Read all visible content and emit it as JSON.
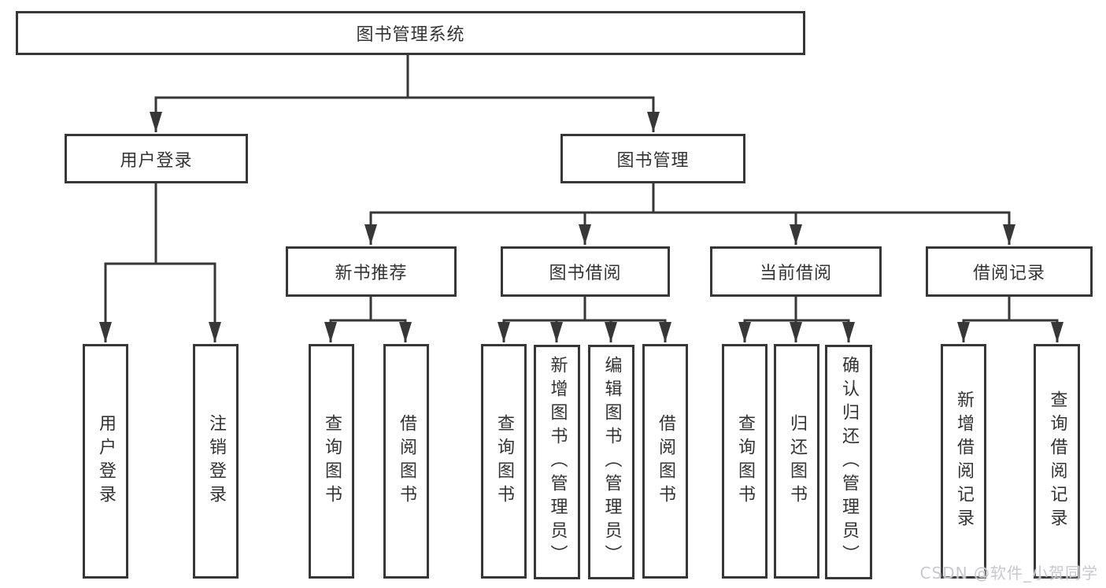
{
  "diagram": {
    "watermark": "CSDN @软件_小贺同学",
    "colors": {
      "line": "#373737",
      "text": "#333333",
      "background": "#ffffff",
      "watermark": "#c8c8cd"
    },
    "tree": {
      "root": {
        "label": "图书管理系统",
        "children": [
          {
            "label": "用户登录",
            "children": [
              {
                "label": "用户登录"
              },
              {
                "label": "注销登录"
              }
            ]
          },
          {
            "label": "图书管理",
            "children": [
              {
                "label": "新书推荐",
                "children": [
                  {
                    "label": "查询图书"
                  },
                  {
                    "label": "借阅图书"
                  }
                ]
              },
              {
                "label": "图书借阅",
                "children": [
                  {
                    "label": "查询图书"
                  },
                  {
                    "label": "新增图书（管理员）"
                  },
                  {
                    "label": "编辑图书（管理员）"
                  },
                  {
                    "label": "借阅图书"
                  }
                ]
              },
              {
                "label": "当前借阅",
                "children": [
                  {
                    "label": "查询图书"
                  },
                  {
                    "label": "归还图书"
                  },
                  {
                    "label": "确认归还（管理员）"
                  }
                ]
              },
              {
                "label": "借阅记录",
                "children": [
                  {
                    "label": "新增借阅记录"
                  },
                  {
                    "label": "查询借阅记录"
                  }
                ]
              }
            ]
          }
        ]
      }
    }
  }
}
